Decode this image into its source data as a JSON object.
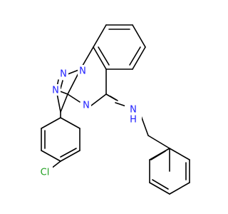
{
  "colors": {
    "nitrogen": "#1f1fff",
    "chlorine": "#1f9f1f",
    "carbon": "#000000",
    "background": "#ffffff"
  },
  "atoms": {
    "n_triazole_left": "N",
    "n_triazole_mid": "N",
    "n_triazole_bridge": "N",
    "n_pyrimidine": "N",
    "n_amine": "N",
    "h_amine": "H",
    "cl": "Cl"
  }
}
